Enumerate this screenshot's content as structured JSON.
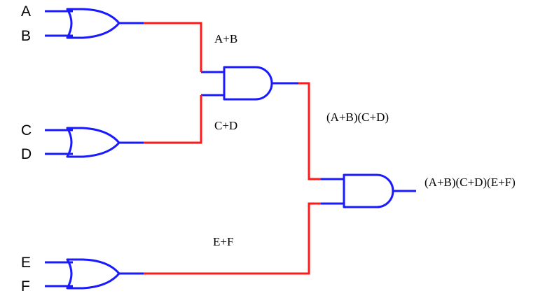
{
  "inputs": {
    "a": "A",
    "b": "B",
    "c": "C",
    "d": "D",
    "e": "E",
    "f": "F"
  },
  "expressions": {
    "a_or_b": "A+B",
    "c_or_d": "C+D",
    "e_or_f": "E+F",
    "and_1": "(A+B)(C+D)",
    "output": "(A+B)(C+D)(E+F)"
  },
  "colors": {
    "gate": "#1a1aff",
    "wire": "#ff1a1a",
    "text": "#000000",
    "background": "#ffffff"
  }
}
